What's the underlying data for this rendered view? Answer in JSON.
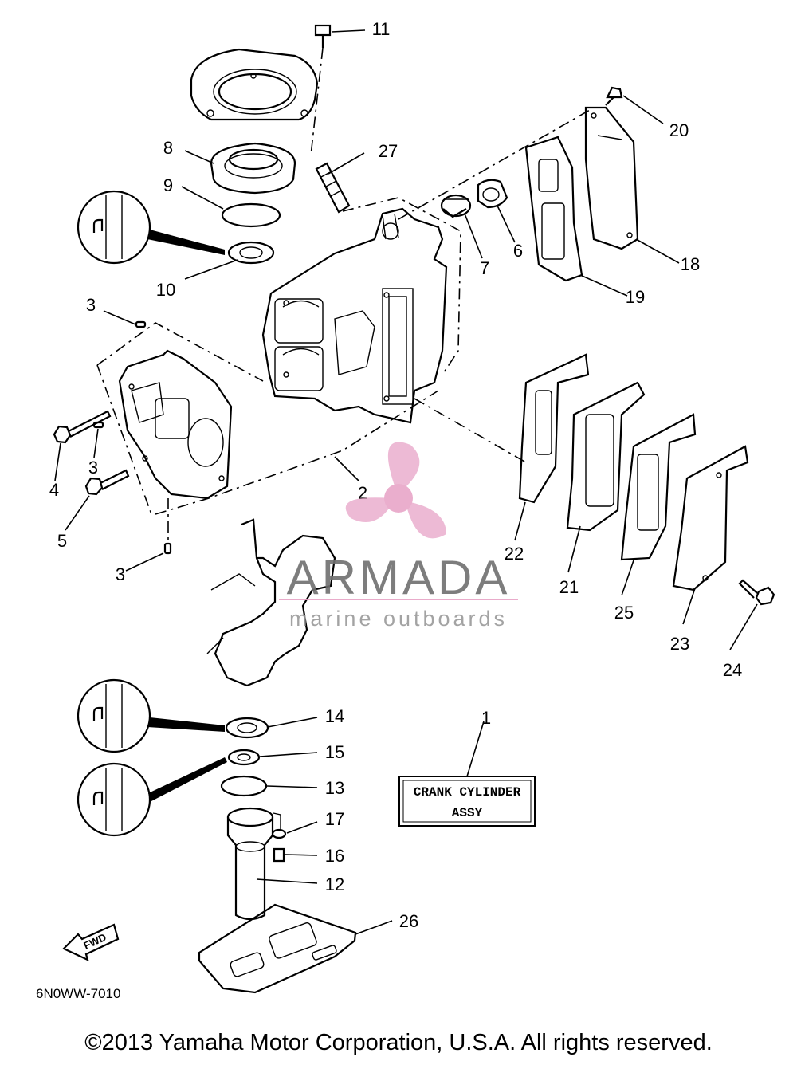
{
  "diagram": {
    "callouts": [
      "1",
      "2",
      "3",
      "4",
      "5",
      "6",
      "7",
      "8",
      "9",
      "10",
      "11",
      "12",
      "13",
      "14",
      "15",
      "16",
      "17",
      "18",
      "19",
      "20",
      "21",
      "22",
      "23",
      "24",
      "25",
      "26",
      "27"
    ],
    "assembly_box": {
      "line1": "CRANK CYLINDER",
      "line2": "ASSY"
    },
    "fwd_arrow": "FWD",
    "diagram_code": "6N0WW-7010"
  },
  "watermark": {
    "brand": "ARMADA",
    "tagline": "marine outboards",
    "colors": {
      "logo": "#e8a6c8",
      "brand": "#6f6f6f",
      "line": "#e7a2c5"
    }
  },
  "footer": {
    "copyright": "©2013 Yamaha Motor Corporation, U.S.A. All rights reserved."
  }
}
